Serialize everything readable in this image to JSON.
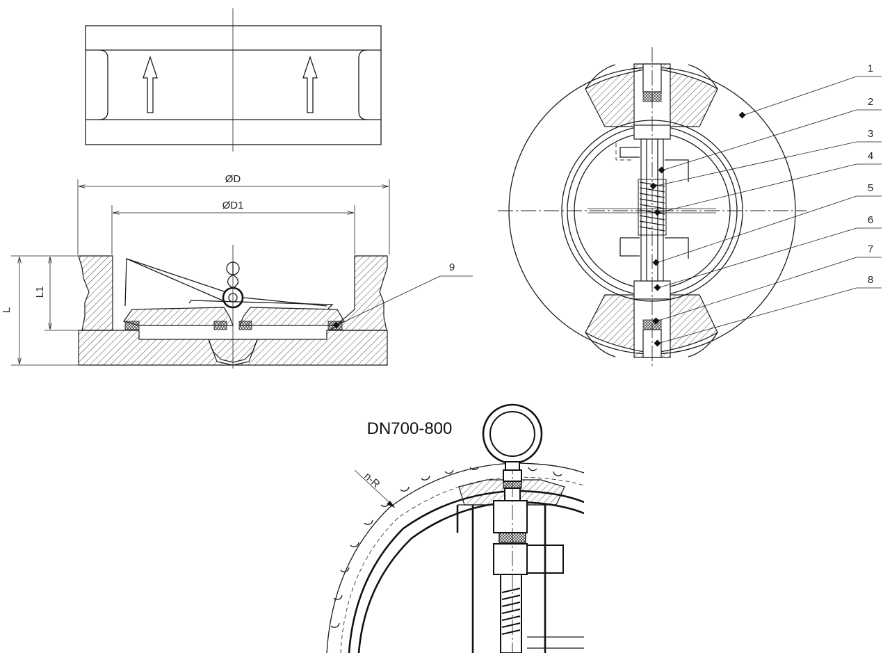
{
  "dimensions": {
    "od": "ØD",
    "od1": "ØD1",
    "length": "L",
    "length1": "L1"
  },
  "callouts": [
    "1",
    "2",
    "3",
    "4",
    "5",
    "6",
    "7",
    "8",
    "9"
  ],
  "detail": {
    "title": "DN700-800",
    "radius_label": "n-R"
  }
}
